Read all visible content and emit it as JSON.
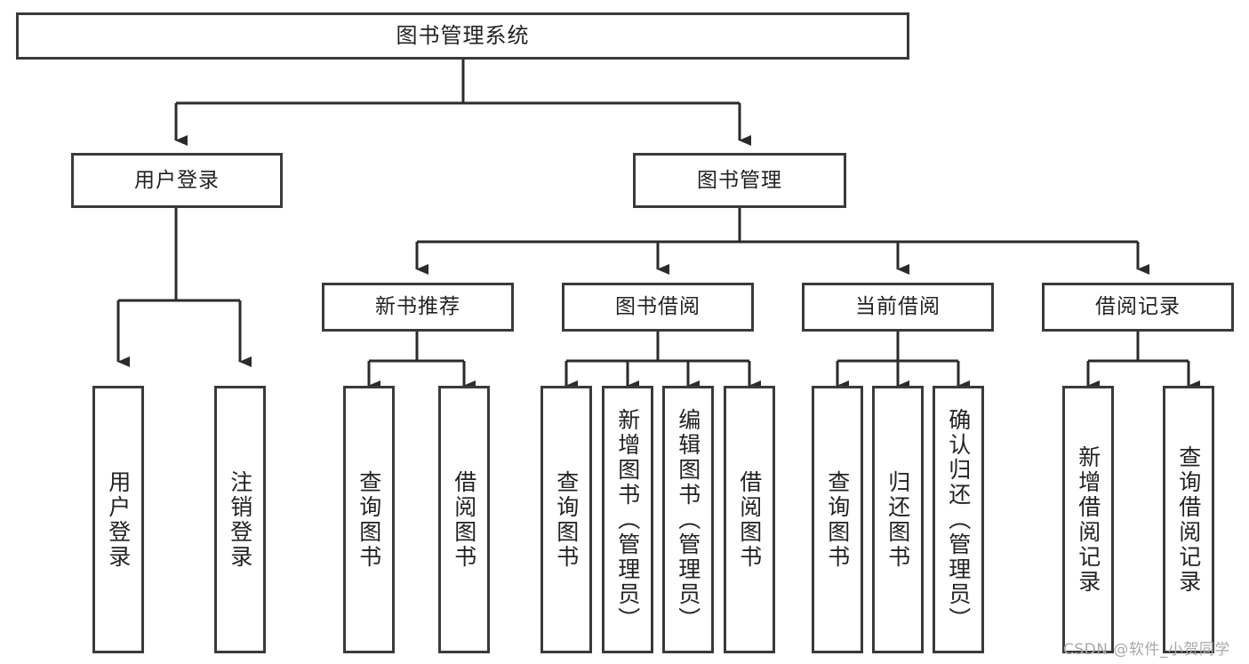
{
  "diagram": {
    "title": "图书管理系统",
    "type": "tree-hierarchy",
    "watermark": "CSDN @软件_小贺同学",
    "colors": {
      "border": "#3a3a3a",
      "fill": "#ffffff",
      "text": "#222222",
      "edge": "#2b2b2b",
      "watermark": "#a9a9a9"
    },
    "nodes": {
      "root": {
        "label": "图书管理系统"
      },
      "level2": [
        {
          "label": "用户登录"
        },
        {
          "label": "图书管理"
        }
      ],
      "level3": [
        {
          "label": "新书推荐"
        },
        {
          "label": "图书借阅"
        },
        {
          "label": "当前借阅"
        },
        {
          "label": "借阅记录"
        }
      ],
      "leaves": [
        {
          "label": "用户登录"
        },
        {
          "label": "注销登录"
        },
        {
          "label": "查询图书"
        },
        {
          "label": "借阅图书"
        },
        {
          "label": "查询图书"
        },
        {
          "label": "新增图书（管理员）"
        },
        {
          "label": "编辑图书（管理员）"
        },
        {
          "label": "借阅图书"
        },
        {
          "label": "查询图书"
        },
        {
          "label": "归还图书"
        },
        {
          "label": "确认归还（管理员）"
        },
        {
          "label": "新增借阅记录"
        },
        {
          "label": "查询借阅记录"
        }
      ]
    },
    "hierarchy": [
      {
        "parent": "图书管理系统",
        "children": [
          "用户登录",
          "图书管理"
        ]
      },
      {
        "parent": "用户登录",
        "children": [
          "用户登录",
          "注销登录"
        ]
      },
      {
        "parent": "图书管理",
        "children": [
          "新书推荐",
          "图书借阅",
          "当前借阅",
          "借阅记录"
        ]
      },
      {
        "parent": "新书推荐",
        "children": [
          "查询图书",
          "借阅图书"
        ]
      },
      {
        "parent": "图书借阅",
        "children": [
          "查询图书",
          "新增图书（管理员）",
          "编辑图书（管理员）",
          "借阅图书"
        ]
      },
      {
        "parent": "当前借阅",
        "children": [
          "查询图书",
          "归还图书",
          "确认归还（管理员）"
        ]
      },
      {
        "parent": "借阅记录",
        "children": [
          "新增借阅记录",
          "查询借阅记录"
        ]
      }
    ]
  }
}
